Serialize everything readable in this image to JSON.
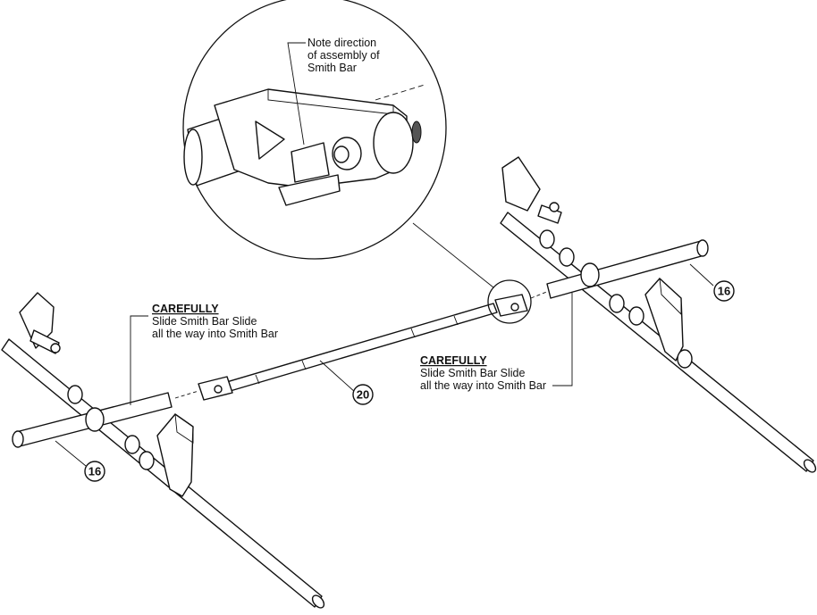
{
  "zoom_note": {
    "line1": "Note direction",
    "line2": "of assembly of",
    "line3": "Smith Bar"
  },
  "left_note": {
    "heading": "CAREFULLY",
    "line1": "Slide Smith Bar Slide",
    "line2": "all the way into Smith Bar"
  },
  "right_note": {
    "heading": "CAREFULLY",
    "line1": "Slide Smith Bar Slide",
    "line2": "all the way into Smith Bar"
  },
  "callouts": {
    "bar_part": "20",
    "left_support": "16",
    "right_support": "16"
  }
}
